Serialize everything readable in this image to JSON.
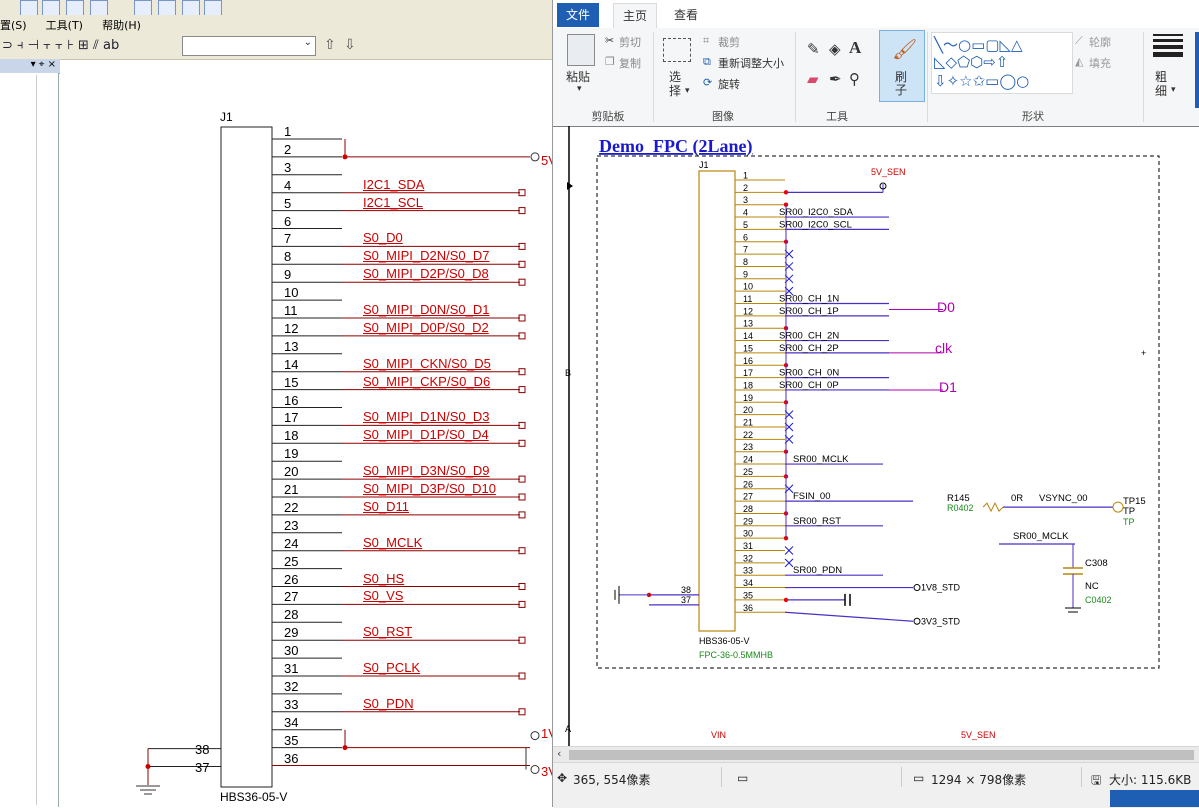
{
  "eda": {
    "menu": [
      "置(S)",
      "工具(T)",
      "帮助(H)"
    ],
    "dock_controls": "▾ ⌖ ×",
    "part_ref": "J1",
    "part_name": "HBS36-05-V",
    "pins": [
      "1",
      "2",
      "3",
      "4",
      "5",
      "6",
      "7",
      "8",
      "9",
      "10",
      "11",
      "12",
      "13",
      "14",
      "15",
      "16",
      "17",
      "18",
      "19",
      "20",
      "21",
      "22",
      "23",
      "24",
      "25",
      "26",
      "27",
      "28",
      "29",
      "30",
      "31",
      "32",
      "33",
      "34",
      "35",
      "36"
    ],
    "left_pins": [
      "38",
      "37"
    ],
    "nets": [
      {
        "pin": "4",
        "label": "I2C1_SDA"
      },
      {
        "pin": "5",
        "label": "I2C1_SCL"
      },
      {
        "pin": "7",
        "label": "S0_D0"
      },
      {
        "pin": "8",
        "label": "S0_MIPI_D2N/S0_D7"
      },
      {
        "pin": "9",
        "label": "S0_MIPI_D2P/S0_D8"
      },
      {
        "pin": "11",
        "label": "S0_MIPI_D0N/S0_D1"
      },
      {
        "pin": "12",
        "label": "S0_MIPI_D0P/S0_D2"
      },
      {
        "pin": "14",
        "label": "S0_MIPI_CKN/S0_D5"
      },
      {
        "pin": "15",
        "label": "S0_MIPI_CKP/S0_D6"
      },
      {
        "pin": "17",
        "label": "S0_MIPI_D1N/S0_D3"
      },
      {
        "pin": "18",
        "label": "S0_MIPI_D1P/S0_D4"
      },
      {
        "pin": "20",
        "label": "S0_MIPI_D3N/S0_D9"
      },
      {
        "pin": "21",
        "label": "S0_MIPI_D3P/S0_D10"
      },
      {
        "pin": "22",
        "label": "S0_D11"
      },
      {
        "pin": "24",
        "label": "S0_MCLK"
      },
      {
        "pin": "26",
        "label": "S0_HS"
      },
      {
        "pin": "27",
        "label": "S0_VS"
      },
      {
        "pin": "29",
        "label": "S0_RST"
      },
      {
        "pin": "31",
        "label": "S0_PCLK"
      },
      {
        "pin": "33",
        "label": "S0_PDN"
      }
    ],
    "power_2": "5V",
    "power_35": "1V",
    "power_36": "3V"
  },
  "paint": {
    "tabs": [
      "文件",
      "主页",
      "查看"
    ],
    "active_tab": "主页",
    "clipboard": {
      "paste": "粘贴",
      "cut": "剪切",
      "copy": "复制",
      "group": "剪贴板"
    },
    "image": {
      "select": "选择",
      "crop": "裁剪",
      "resize": "重新调整大小",
      "rotate": "旋转",
      "group": "图像"
    },
    "tools": {
      "group": "工具"
    },
    "brush": {
      "label": "刷子"
    },
    "shapes": {
      "outline": "轮廓",
      "fill": "填充",
      "group": "形状"
    },
    "size": {
      "label": "粗细"
    },
    "status": {
      "cursor_pos": "365, 554像素",
      "image_size": "1294 × 798像素",
      "file_size": "大小: 115.6KB"
    }
  },
  "schematic": {
    "title": "Demo_FPC (2Lane)",
    "ref": "J1",
    "part": "HBS36-05-V",
    "footprint": "FPC-36-0.5MMHB",
    "pin_numbers": [
      "1",
      "2",
      "3",
      "4",
      "5",
      "6",
      "7",
      "8",
      "9",
      "10",
      "11",
      "12",
      "13",
      "14",
      "15",
      "16",
      "17",
      "18",
      "19",
      "20",
      "21",
      "22",
      "23",
      "24",
      "25",
      "26",
      "27",
      "28",
      "29",
      "30",
      "31",
      "32",
      "33",
      "34",
      "35",
      "36"
    ],
    "left_pins": [
      "38",
      "37"
    ],
    "net_labels": [
      {
        "pin": 4,
        "text": "SR00_I2C0_SDA"
      },
      {
        "pin": 5,
        "text": "SR00_I2C0_SCL"
      },
      {
        "pin": 11,
        "text": "SR00_CH_1N"
      },
      {
        "pin": 12,
        "text": "SR00_CH_1P"
      },
      {
        "pin": 14,
        "text": "SR00_CH_2N"
      },
      {
        "pin": 15,
        "text": "SR00_CH_2P"
      },
      {
        "pin": 17,
        "text": "SR00_CH_0N"
      },
      {
        "pin": 18,
        "text": "SR00_CH_0P"
      },
      {
        "pin": 24,
        "text": "SR00_MCLK"
      },
      {
        "pin": 27,
        "text": "FSIN_00"
      },
      {
        "pin": 29,
        "text": "SR00_RST"
      },
      {
        "pin": 33,
        "text": "SR00_PDN"
      }
    ],
    "annotations": {
      "d0": "D0",
      "clk": "clk",
      "d1": "D1"
    },
    "power_5v": "5V_SEN",
    "power_1v8": "1V8_STD",
    "power_3v3": "3V3_STD",
    "r145": "R145",
    "r145_fp": "R0402",
    "r145_val": "0R",
    "vsync": "VSYNC_00",
    "tp15": "TP15",
    "tp_a": "TP",
    "tp_b": "TP",
    "mclk_net": "SR00_MCLK",
    "c308": "C308",
    "c308_val": "NC",
    "c308_fp": "C0402",
    "bottom_vin": "VIN",
    "bottom_5v": "5V_SEN",
    "margin_b": "B",
    "margin_a": "A"
  },
  "colors": {
    "wire": "#3333cc",
    "part": "#8b0000",
    "net": "#cc0000",
    "paint_blue": "#1e5fb4"
  }
}
